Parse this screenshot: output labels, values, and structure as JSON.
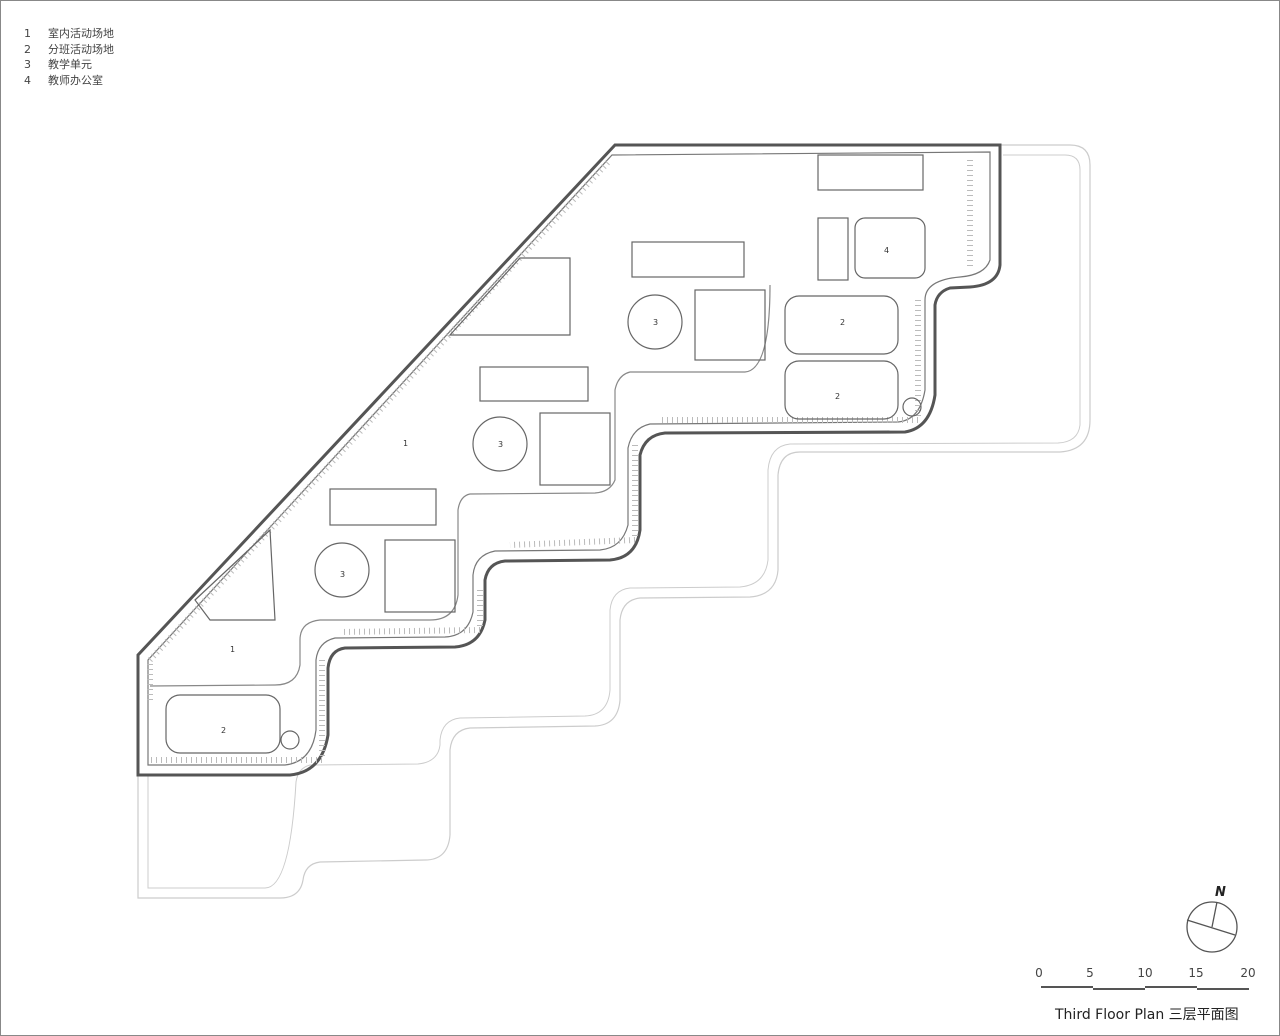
{
  "legend": [
    {
      "num": "1",
      "label": "室内活动场地"
    },
    {
      "num": "2",
      "label": "分班活动场地"
    },
    {
      "num": "3",
      "label": "教学单元"
    },
    {
      "num": "4",
      "label": "教师办公室"
    }
  ],
  "room_labels": [
    "1",
    "1",
    "2",
    "2",
    "2",
    "3",
    "3",
    "3",
    "4"
  ],
  "north_label": "N",
  "scale_ticks": [
    "0",
    "5",
    "10",
    "15",
    "20"
  ],
  "title": "Third Floor Plan 三层平面图",
  "colors": {
    "wall": "#555555",
    "thin_line": "#bbbbbb",
    "frame": "#888888"
  }
}
